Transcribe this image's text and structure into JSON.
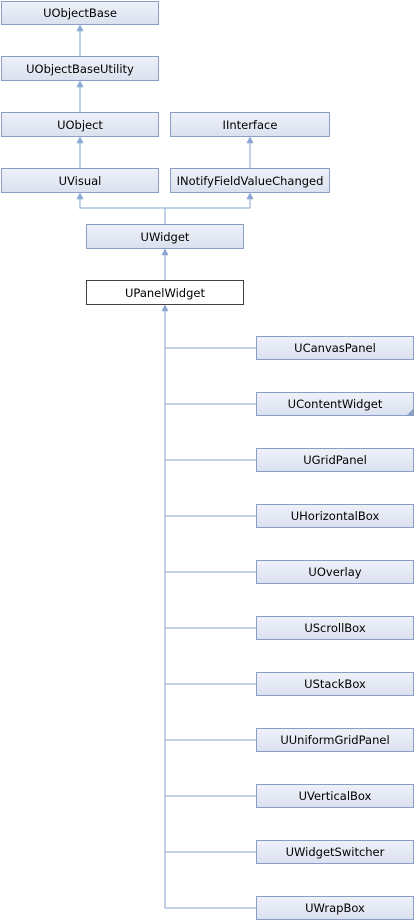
{
  "nodes": [
    {
      "id": "uobjectbase",
      "label": "UObjectBase"
    },
    {
      "id": "uobjectbaseutility",
      "label": "UObjectBaseUtility"
    },
    {
      "id": "uobject",
      "label": "UObject"
    },
    {
      "id": "iinterface",
      "label": "IInterface"
    },
    {
      "id": "uvisual",
      "label": "UVisual"
    },
    {
      "id": "inotifyfieldvaluechanged",
      "label": "INotifyFieldValueChanged"
    },
    {
      "id": "uwidget",
      "label": "UWidget"
    },
    {
      "id": "upanelwidget",
      "label": "UPanelWidget"
    },
    {
      "id": "ucanvaspanel",
      "label": "UCanvasPanel"
    },
    {
      "id": "ucontentwidget",
      "label": "UContentWidget"
    },
    {
      "id": "ugridpanel",
      "label": "UGridPanel"
    },
    {
      "id": "uhorizontalbox",
      "label": "UHorizontalBox"
    },
    {
      "id": "uoverlay",
      "label": "UOverlay"
    },
    {
      "id": "uscrollbox",
      "label": "UScrollBox"
    },
    {
      "id": "ustackbox",
      "label": "UStackBox"
    },
    {
      "id": "uuniformgridpanel",
      "label": "UUniformGridPanel"
    },
    {
      "id": "uverticalbox",
      "label": "UVerticalBox"
    },
    {
      "id": "uwidgetswitcher",
      "label": "UWidgetSwitcher"
    },
    {
      "id": "uwrapbox",
      "label": "UWrapBox"
    }
  ],
  "edges": [
    [
      "uobjectbaseutility",
      "uobjectbase"
    ],
    [
      "uobject",
      "uobjectbaseutility"
    ],
    [
      "uvisual",
      "uobject"
    ],
    [
      "inotifyfieldvaluechanged",
      "iinterface"
    ],
    [
      "uwidget",
      "uvisual"
    ],
    [
      "uwidget",
      "inotifyfieldvaluechanged"
    ],
    [
      "upanelwidget",
      "uwidget"
    ],
    [
      "ucanvaspanel",
      "upanelwidget"
    ],
    [
      "ucontentwidget",
      "upanelwidget"
    ],
    [
      "ugridpanel",
      "upanelwidget"
    ],
    [
      "uhorizontalbox",
      "upanelwidget"
    ],
    [
      "uoverlay",
      "upanelwidget"
    ],
    [
      "uscrollbox",
      "upanelwidget"
    ],
    [
      "ustackbox",
      "upanelwidget"
    ],
    [
      "uuniformgridpanel",
      "upanelwidget"
    ],
    [
      "uverticalbox",
      "upanelwidget"
    ],
    [
      "uwidgetswitcher",
      "upanelwidget"
    ],
    [
      "uwrapbox",
      "upanelwidget"
    ]
  ],
  "current_node": "upanelwidget",
  "colors": {
    "edge": "#8aa6d2",
    "node_border": "#8a9dc4",
    "current_border": "#404040"
  }
}
